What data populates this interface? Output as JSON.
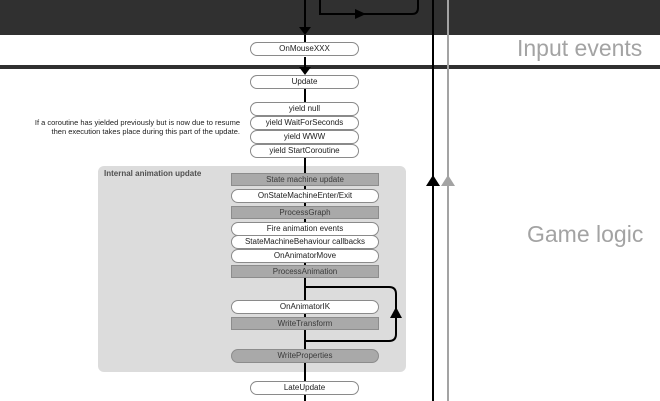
{
  "sections": {
    "input": "Input events",
    "game": "Game logic"
  },
  "nodes": {
    "on_mouse": "OnMouseXXX",
    "update": "Update",
    "yield_null": "yield null",
    "yield_wait": "yield WaitForSeconds",
    "yield_www": "yield WWW",
    "yield_coroutine": "yield StartCoroutine",
    "late_update": "LateUpdate"
  },
  "coroutine_note": "If a coroutine has yielded previously but is now due to resume then execution takes place during this part of the update.",
  "animation": {
    "title": "Internal animation update",
    "state_machine_update": "State machine update",
    "on_state_machine_enter_exit": "OnStateMachineEnter/Exit",
    "process_graph": "ProcessGraph",
    "fire_animation_events": "Fire animation events",
    "state_machine_behaviour": "StateMachineBehaviour callbacks",
    "on_animator_move": "OnAnimatorMove",
    "process_animation": "ProcessAnimation",
    "on_animator_ik": "OnAnimatorIK",
    "write_transform": "WriteTransform",
    "write_properties": "WriteProperties"
  },
  "colors": {
    "header_band": "#303030",
    "grey_step": "#a9a9a9",
    "animation_box": "#dcdcdc",
    "section_label": "#a3a3a3"
  }
}
